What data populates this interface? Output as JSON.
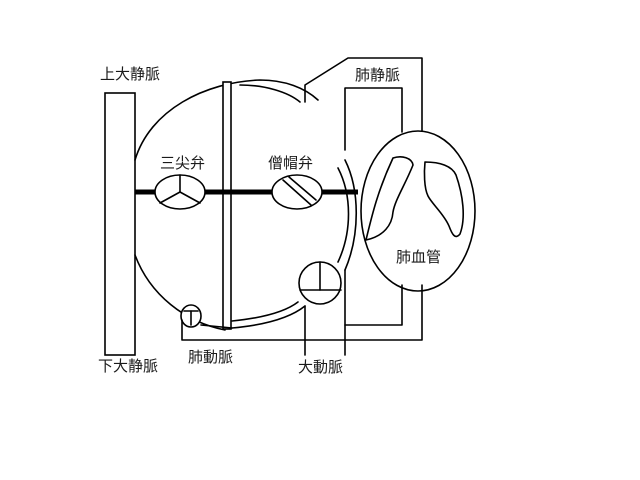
{
  "labels": {
    "superior_vena_cava": "上大静脈",
    "inferior_vena_cava": "下大静脈",
    "tricuspid_valve": "三尖弁",
    "mitral_valve": "僧帽弁",
    "pulmonary_vein": "肺静脈",
    "pulmonary_vessels": "肺血管",
    "pulmonary_artery": "肺動脈",
    "aorta": "大動脈"
  },
  "colors": {
    "line": "#000000",
    "background": "#ffffff",
    "text": "#1a1a1a"
  }
}
